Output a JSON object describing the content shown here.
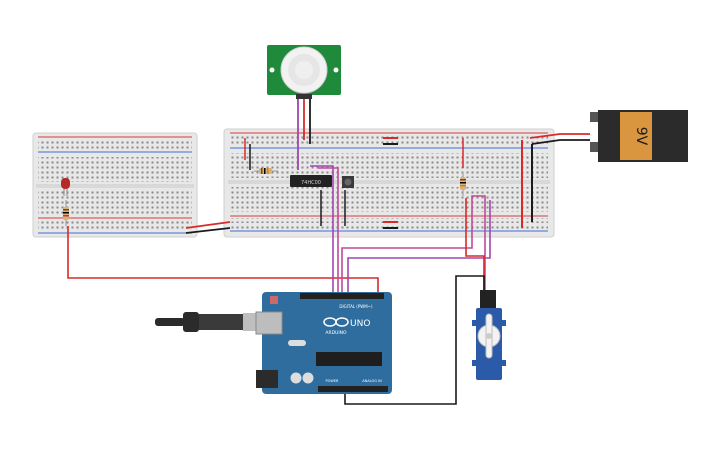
{
  "battery": {
    "label": "9V"
  },
  "arduino": {
    "brand": "ARDUINO",
    "model": "UNO",
    "digital_label": "DIGITAL (PWM~)",
    "power_label": "POWER",
    "analog_label": "ANALOG IN"
  },
  "ic": {
    "label": "74HC00"
  },
  "colors": {
    "breadboard": "#e6e6e6",
    "rail_red": "#d73b3b",
    "rail_blue": "#3b6fd7",
    "arduino_board": "#2f6d9e",
    "pir_board": "#1f8a3a",
    "servo_body": "#2b5aa8",
    "battery_top": "#2b2b2b",
    "battery_body": "#d9963e",
    "wire_red": "#d92a2a",
    "wire_black": "#1a1a1a",
    "wire_purple": "#a146b0",
    "wire_magenta": "#c04a9a"
  }
}
